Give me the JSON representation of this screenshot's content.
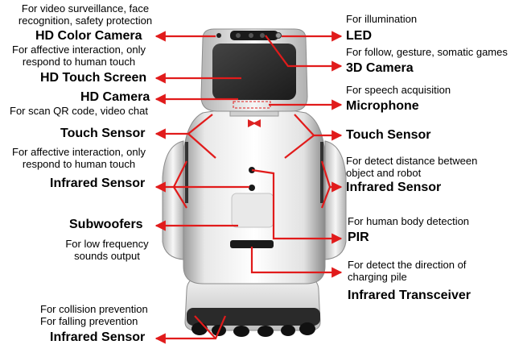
{
  "colors": {
    "arrow": "#e11b1b",
    "robot_body": "#e6e6e6",
    "robot_trim": "#1a1a1a",
    "screen": "#2b2b2b",
    "text": "#000000"
  },
  "labels": {
    "hd_color_camera": {
      "desc": "For video surveillance, face recognition, safety protection",
      "desc_line1": "For video surveillance, face",
      "desc_line2": "recognition, safety protection",
      "title": "HD Color Camera"
    },
    "hd_touch_screen": {
      "desc_line1": "For affective interaction, only",
      "desc_line2": "respond to human touch",
      "title": "HD Touch Screen"
    },
    "hd_camera": {
      "title": "HD Camera",
      "desc": "For scan QR code, video chat"
    },
    "touch_sensor_left": {
      "title": "Touch  Sensor"
    },
    "infrared_sensor_left": {
      "desc_line1": "For affective interaction, only",
      "desc_line2": "respond to human touch",
      "title": "Infrared Sensor"
    },
    "subwoofers": {
      "title": "Subwoofers",
      "desc_line1": "For low frequency",
      "desc_line2": "sounds output"
    },
    "infrared_sensor_bottom": {
      "desc_line1": "For collision prevention",
      "desc_line2": "For falling prevention",
      "title": "Infrared Sensor"
    },
    "led": {
      "desc": "For illumination",
      "title": "LED"
    },
    "camera_3d": {
      "desc": "For follow, gesture, somatic games",
      "title": "3D Camera"
    },
    "microphone": {
      "desc": "For speech acquisition",
      "title": "Microphone"
    },
    "touch_sensor_right": {
      "title": "Touch Sensor"
    },
    "infrared_sensor_right": {
      "desc_line1": "For detect distance between",
      "desc_line2": "object and robot",
      "title": "Infrared Sensor"
    },
    "pir": {
      "desc": "For human body detection",
      "title": "PIR"
    },
    "infrared_transceiver": {
      "desc_line1": "For detect the direction of",
      "desc_line2": "charging pile",
      "title": "Infrared Transceiver"
    }
  }
}
